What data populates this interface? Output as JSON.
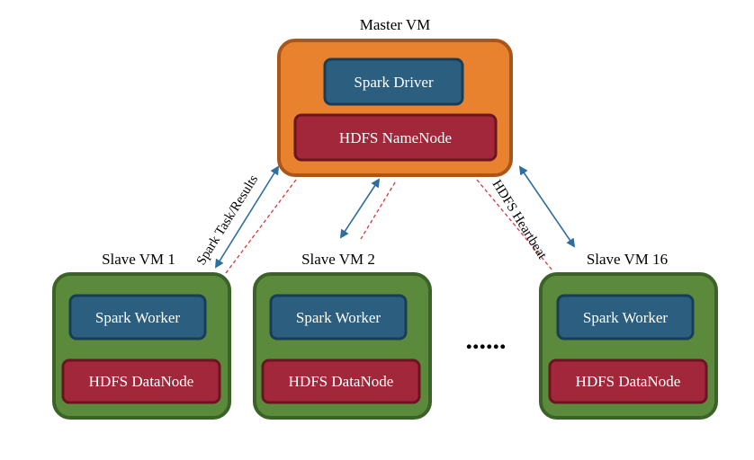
{
  "master": {
    "title": "Master VM",
    "driver_label": "Spark Driver",
    "namenode_label": "HDFS NameNode"
  },
  "slaves": [
    {
      "title": "Slave VM 1",
      "worker_label": "Spark Worker",
      "datanode_label": "HDFS DataNode"
    },
    {
      "title": "Slave VM 2",
      "worker_label": "Spark Worker",
      "datanode_label": "HDFS DataNode"
    },
    {
      "title": "Slave VM 16",
      "worker_label": "Spark Worker",
      "datanode_label": "HDFS DataNode"
    }
  ],
  "connections": {
    "task_label": "Spark Task/Results",
    "heartbeat_label": "HDFS Heartbeat"
  },
  "ellipsis": "......",
  "colors": {
    "master_fill": "#e8822e",
    "master_border": "#a9561b",
    "slave_fill": "#5b8a3c",
    "slave_border": "#3b6327",
    "spark_fill": "#2c5f7f",
    "spark_border": "#173e56",
    "hdfs_fill": "#a3273a",
    "hdfs_border": "#6b1422",
    "arrow": "#2e6e9e",
    "dashed": "#d63a3a"
  }
}
